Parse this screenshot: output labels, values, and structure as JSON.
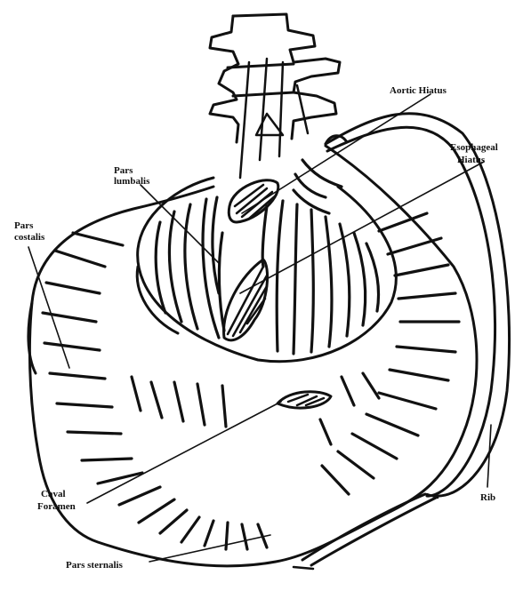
{
  "diagram": {
    "labels": {
      "aortic_hiatus": "Aortic Hiatus",
      "esophageal_hiatus_1": "Esophageal",
      "esophageal_hiatus_2": "Hiatus",
      "pars_lumbalis_1": "Pars",
      "pars_lumbalis_2": "lumbalis",
      "pars_costalis_1": "Pars",
      "pars_costalis_2": "costalis",
      "caval_foramen_1": "Caval",
      "caval_foramen_2": "Foramen",
      "rib": "Rib",
      "pars_sternalis": "Pars sternalis"
    },
    "ink_color": "#111111",
    "background_color": "#ffffff"
  }
}
